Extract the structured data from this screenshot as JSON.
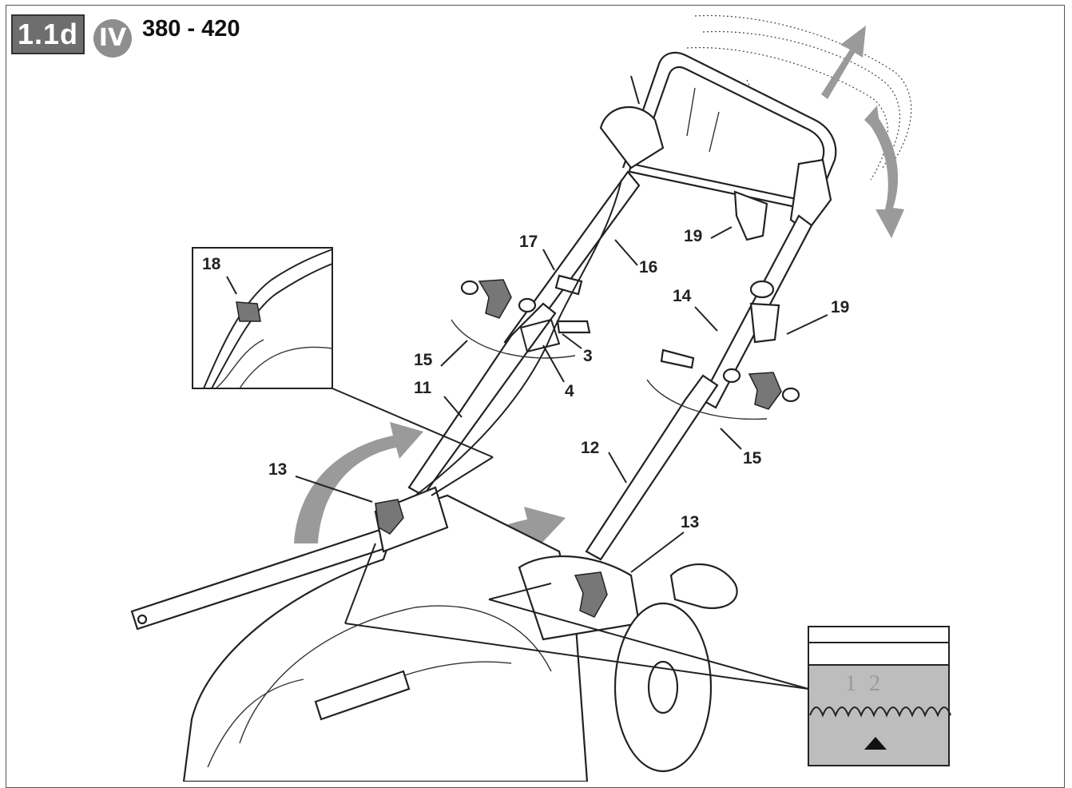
{
  "header": {
    "figure_id": "1.1d",
    "variant": "IV",
    "model_range": "380 - 420"
  },
  "callouts": [
    "18",
    "17",
    "16",
    "19",
    "14",
    "19",
    "15",
    "3",
    "4",
    "11",
    "15",
    "12",
    "13",
    "13"
  ],
  "detail_scale": {
    "numbers": [
      "1",
      "2"
    ]
  },
  "colors": {
    "badge_bg": "#6e6e6e",
    "variant_circle": "#8e8e8e",
    "arrow_grey": "#9a9a9a",
    "line": "#222222"
  }
}
